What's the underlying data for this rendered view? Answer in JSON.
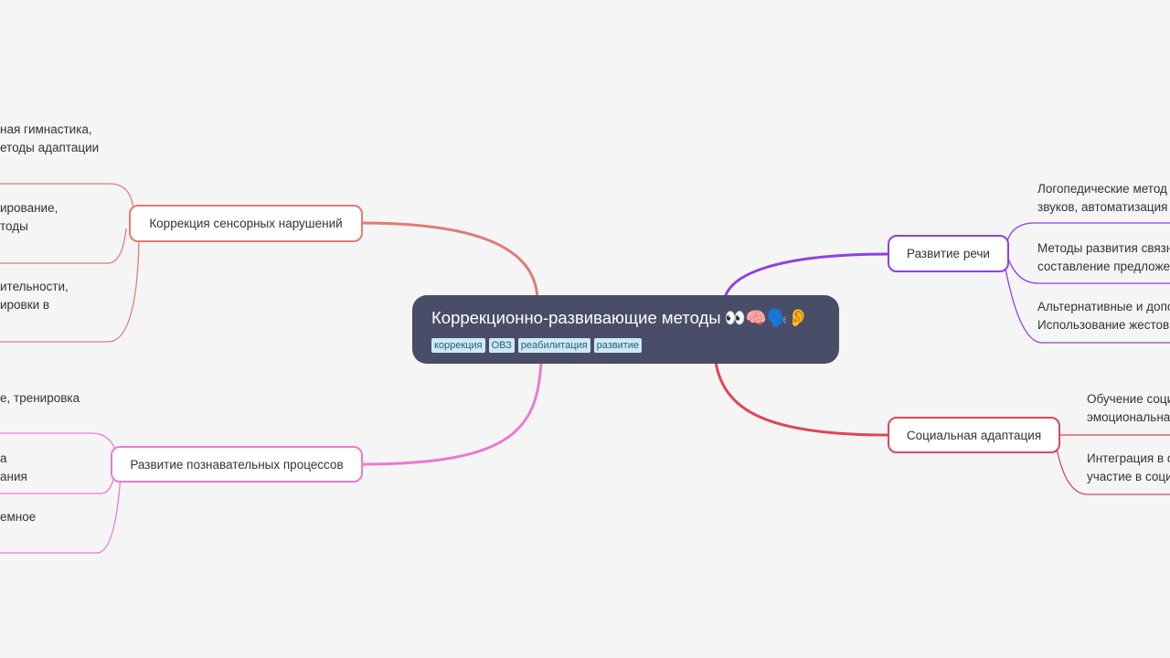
{
  "central": {
    "title": "Коррекционно-развивающие методы",
    "emojis": "👀🧠🗣️👂",
    "tags": [
      "коррекция",
      "ОВЗ",
      "реабилитация",
      "развитие"
    ]
  },
  "branches": {
    "sensory": {
      "title": "Коррекция сенсорных нарушений",
      "color": "#e07c76",
      "leaves": [
        {
          "line1": "ная гимнастика,",
          "line2": "етоды адаптации"
        },
        {
          "line1": "ирование,",
          "line2": "тоды"
        },
        {
          "line1": "ительности,",
          "line2": "ировки в"
        }
      ]
    },
    "cognitive": {
      "title": "Развитие познавательных процессов",
      "color": "#ea7bd0",
      "leaves": [
        {
          "line1": "е,  тренировка",
          "line2": ""
        },
        {
          "line1": "а",
          "line2": "ания"
        },
        {
          "line1": "емное",
          "line2": ""
        }
      ]
    },
    "speech": {
      "title": "Развитие речи",
      "color": "#8e40e6",
      "leaves": [
        {
          "line1": "Логопедические метод",
          "line2": "звуков,  автоматизация"
        },
        {
          "line1": "Методы развития связн",
          "line2": "составление предложе"
        },
        {
          "line1": "Альтернативные и допо",
          "line2": "Использование жестов"
        }
      ]
    },
    "social": {
      "title": "Социальная адаптация",
      "color": "#e04557",
      "leaves": [
        {
          "line1": "Обучение соци",
          "line2": "эмоциональна"
        },
        {
          "line1": "Интеграция в с",
          "line2": "участие в соци"
        }
      ]
    }
  }
}
